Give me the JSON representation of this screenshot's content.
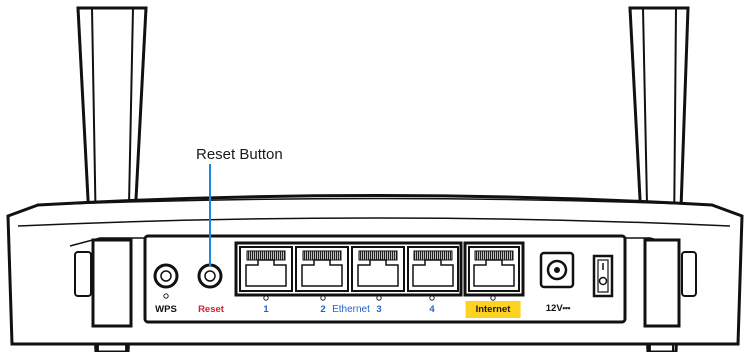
{
  "callout": {
    "label": "Reset Button"
  },
  "ports": {
    "wps": "WPS",
    "reset": "Reset",
    "p1": "1",
    "p2": "2",
    "ethernet": "Ethernet",
    "p3": "3",
    "p4": "4",
    "internet": "Internet",
    "power": "12V⎓"
  },
  "colors": {
    "reset_label": "#d21f2b",
    "ethernet_labels": "#2563c9",
    "internet_highlight": "#ffd21f",
    "callout_line": "#1f88d8"
  }
}
